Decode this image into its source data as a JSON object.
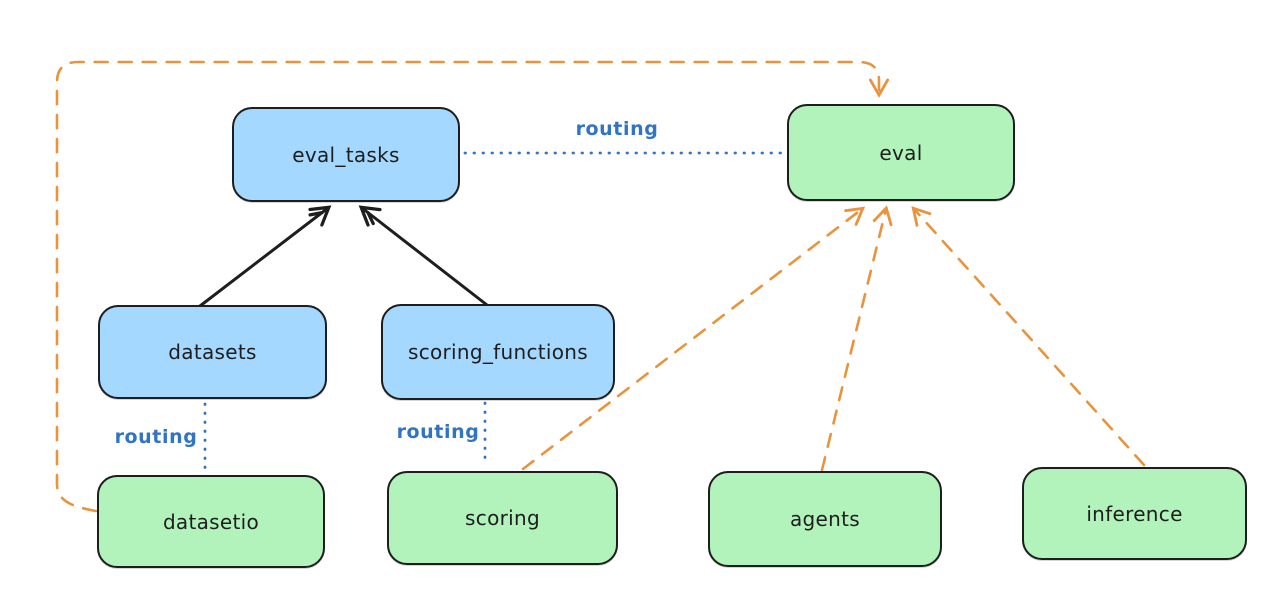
{
  "colors": {
    "node_blue": "#a5d8ff",
    "node_green": "#b2f2bb",
    "stroke_dark": "#1e1e1e",
    "routing_blue": "#3173c5",
    "orange": "#e8943e",
    "background": "#ffffff"
  },
  "nodes": {
    "eval_tasks": {
      "label": "eval_tasks",
      "color": "blue"
    },
    "eval": {
      "label": "eval",
      "color": "green"
    },
    "datasets": {
      "label": "datasets",
      "color": "blue"
    },
    "scoring_functions": {
      "label": "scoring_functions",
      "color": "blue"
    },
    "datasetio": {
      "label": "datasetio",
      "color": "green"
    },
    "scoring": {
      "label": "scoring",
      "color": "green"
    },
    "agents": {
      "label": "agents",
      "color": "green"
    },
    "inference": {
      "label": "inference",
      "color": "green"
    }
  },
  "edges": {
    "eval_tasks_to_eval": {
      "from": "eval_tasks",
      "to": "eval",
      "label": "routing",
      "style": "dotted-blue"
    },
    "datasets_to_datasetio": {
      "from": "datasets",
      "to": "datasetio",
      "label": "routing",
      "style": "dotted-blue"
    },
    "scoring_functions_to_scoring": {
      "from": "scoring_functions",
      "to": "scoring",
      "label": "routing",
      "style": "dotted-blue"
    },
    "datasets_to_eval_tasks": {
      "from": "datasets",
      "to": "eval_tasks",
      "label": "",
      "style": "solid-black-arrow"
    },
    "scoring_functions_to_eval_tasks": {
      "from": "scoring_functions",
      "to": "eval_tasks",
      "label": "",
      "style": "solid-black-arrow"
    },
    "datasetio_to_eval": {
      "from": "datasetio",
      "to": "eval",
      "label": "",
      "style": "dashed-orange-arrow"
    },
    "scoring_to_eval": {
      "from": "scoring",
      "to": "eval",
      "label": "",
      "style": "dashed-orange-arrow"
    },
    "agents_to_eval": {
      "from": "agents",
      "to": "eval",
      "label": "",
      "style": "dashed-orange-arrow"
    },
    "inference_to_eval": {
      "from": "inference",
      "to": "eval",
      "label": "",
      "style": "dashed-orange-arrow"
    }
  }
}
